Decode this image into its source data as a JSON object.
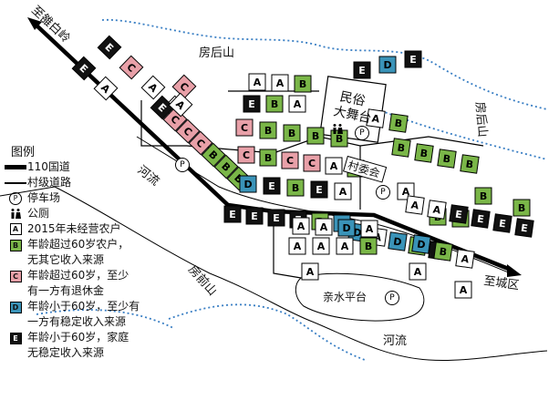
{
  "places": {
    "to_bailing": "至雒白岭",
    "back_mountain_top": "房后山",
    "back_mountain_right": "房后山",
    "front_mountain": "房前山",
    "river_1": "河流",
    "river_2": "河流",
    "stage": "民俗大舞台",
    "stage_line1": "民俗",
    "stage_line2": "大舞台",
    "committee": "村委会",
    "waterside_platform": "亲水平台",
    "to_city": "至城区"
  },
  "legend": {
    "title": "图例",
    "items": [
      {
        "key": "national_road",
        "symbol": "thick-line",
        "text": "110国道"
      },
      {
        "key": "village_road",
        "symbol": "thin-line",
        "text": "村级道路"
      },
      {
        "key": "parking",
        "symbol": "P",
        "text": "停车场"
      },
      {
        "key": "toilet",
        "symbol": "toilet-icon",
        "text": "公厕"
      },
      {
        "key": "A",
        "symbol": "A",
        "color": "#ffffff",
        "text": "2015年未经营农户"
      },
      {
        "key": "B",
        "symbol": "B",
        "color": "#7ab648",
        "text": "年龄超过60岁农户，无其它收入来源",
        "line1": "年龄超过60岁农户，",
        "line2": "无其它收入来源"
      },
      {
        "key": "C",
        "symbol": "C",
        "color": "#e8a0a8",
        "text": "年龄超过60岁，至少有一方有退休金",
        "line1": "年龄超过60岁，至少",
        "line2": "有一方有退休金"
      },
      {
        "key": "D",
        "symbol": "D",
        "color": "#3a93b8",
        "text": "年龄小于60岁，至少有一方有稳定收入来源",
        "line1": "年龄小于60岁，至少有",
        "line2": "一方有稳定收入来源"
      },
      {
        "key": "E",
        "symbol": "E",
        "color": "#111111",
        "text": "年龄小于60岁，家庭无稳定收入来源",
        "line1": "年龄小于60岁，家庭",
        "line2": "无稳定收入来源"
      }
    ]
  },
  "parking_letter": "P",
  "colors": {
    "A": "#ffffff",
    "B": "#7ab648",
    "C": "#e8a0a8",
    "D": "#3a93b8",
    "E": "#111111"
  },
  "households": [
    {
      "type": "E",
      "row": "nw-1"
    },
    {
      "type": "C",
      "row": "nw-1"
    },
    {
      "type": "A",
      "row": "nw-1"
    },
    {
      "type": "A",
      "row": "nw-1"
    },
    {
      "type": "E",
      "row": "nw-2"
    },
    {
      "type": "A",
      "row": "nw-2"
    },
    {
      "type": "E",
      "row": "nw-3"
    },
    {
      "type": "C",
      "row": "nw-3"
    },
    {
      "type": "C",
      "row": "nw-3"
    },
    {
      "type": "C",
      "row": "nw-3"
    },
    {
      "type": "B",
      "row": "nw-3"
    },
    {
      "type": "B",
      "row": "nw-3"
    },
    {
      "type": "B",
      "row": "nw-3"
    },
    {
      "type": "C",
      "row": "upper"
    },
    {
      "type": "A",
      "row": "upper"
    },
    {
      "type": "A",
      "row": "c-1"
    },
    {
      "type": "A",
      "row": "c-1"
    },
    {
      "type": "B",
      "row": "c-1"
    },
    {
      "type": "E",
      "row": "c-2"
    },
    {
      "type": "B",
      "row": "c-2"
    },
    {
      "type": "A",
      "row": "c-2"
    },
    {
      "type": "C",
      "row": "c-3"
    },
    {
      "type": "B",
      "row": "c-3"
    },
    {
      "type": "B",
      "row": "c-3"
    },
    {
      "type": "B",
      "row": "c-3"
    },
    {
      "type": "B",
      "row": "c-3"
    },
    {
      "type": "C",
      "row": "c-4"
    },
    {
      "type": "B",
      "row": "c-4"
    },
    {
      "type": "C",
      "row": "c-4"
    },
    {
      "type": "C",
      "row": "c-4"
    },
    {
      "type": "A",
      "row": "c-4"
    },
    {
      "type": "B",
      "row": "c-4"
    },
    {
      "type": "D",
      "row": "c-5"
    },
    {
      "type": "E",
      "row": "c-5"
    },
    {
      "type": "B",
      "row": "c-5"
    },
    {
      "type": "E",
      "row": "c-5"
    },
    {
      "type": "A",
      "row": "c-5"
    },
    {
      "type": "E",
      "row": "c-6"
    },
    {
      "type": "E",
      "row": "c-6"
    },
    {
      "type": "E",
      "row": "c-6"
    },
    {
      "type": "E",
      "row": "c-6"
    },
    {
      "type": "B",
      "row": "c-6"
    },
    {
      "type": "D",
      "row": "c-6"
    },
    {
      "type": "E",
      "row": "ne-1"
    },
    {
      "type": "D",
      "row": "ne-1"
    },
    {
      "type": "E",
      "row": "ne-1"
    },
    {
      "type": "B",
      "row": "ne-2"
    },
    {
      "type": "B",
      "row": "ne-2"
    },
    {
      "type": "B",
      "row": "ne-2"
    },
    {
      "type": "B",
      "row": "ne-2"
    },
    {
      "type": "A",
      "row": "ne-3"
    },
    {
      "type": "B",
      "row": "ne-3"
    },
    {
      "type": "B",
      "row": "ne-3"
    },
    {
      "type": "B",
      "row": "ne-3"
    },
    {
      "type": "B",
      "row": "ne-3"
    },
    {
      "type": "A",
      "row": "ne-4"
    },
    {
      "type": "B",
      "row": "ne-4"
    },
    {
      "type": "A",
      "row": "e-1"
    },
    {
      "type": "A",
      "row": "e-1"
    },
    {
      "type": "E",
      "row": "e-1"
    },
    {
      "type": "E",
      "row": "e-1"
    },
    {
      "type": "E",
      "row": "e-1"
    },
    {
      "type": "E",
      "row": "e-1"
    },
    {
      "type": "D",
      "row": "e-2"
    },
    {
      "type": "A",
      "row": "e-2"
    },
    {
      "type": "D",
      "row": "e-2"
    },
    {
      "type": "B",
      "row": "e-2"
    },
    {
      "type": "E",
      "row": "e-2"
    },
    {
      "type": "D",
      "row": "e-3"
    },
    {
      "type": "B",
      "row": "e-3"
    },
    {
      "type": "A",
      "row": "e-3"
    },
    {
      "type": "A",
      "row": "s-1"
    },
    {
      "type": "A",
      "row": "s-1"
    },
    {
      "type": "D",
      "row": "s-1"
    },
    {
      "type": "A",
      "row": "s-1"
    },
    {
      "type": "A",
      "row": "s-2"
    },
    {
      "type": "A",
      "row": "s-2"
    },
    {
      "type": "A",
      "row": "s-2"
    },
    {
      "type": "B",
      "row": "s-2"
    },
    {
      "type": "A",
      "row": "s-3"
    },
    {
      "type": "A",
      "row": "s-3"
    },
    {
      "type": "A",
      "row": "s-3"
    }
  ]
}
